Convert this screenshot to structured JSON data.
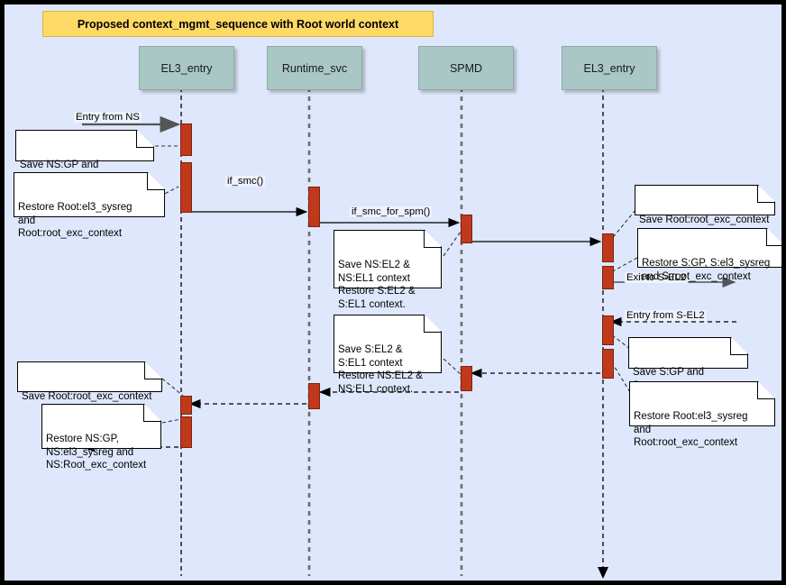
{
  "diagram": {
    "title": "Proposed context_mgmt_sequence with Root world context",
    "background_color": "#dee7fb",
    "banner_color": "#ffd966",
    "lifeline_box_color": "#a9c7c5",
    "activation_color": "#c0391b",
    "type": "uml-sequence-diagram"
  },
  "lifelines": [
    {
      "id": "ll1",
      "label": "EL3_entry"
    },
    {
      "id": "ll2",
      "label": "Runtime_svc"
    },
    {
      "id": "ll3",
      "label": "SPMD"
    },
    {
      "id": "ll4",
      "label": "EL3_entry"
    }
  ],
  "messages": [
    {
      "id": "m1",
      "label": "Entry from NS"
    },
    {
      "id": "m2",
      "label": "if_smc()"
    },
    {
      "id": "m3",
      "label": "if_smc_for_spm()"
    },
    {
      "id": "m4",
      "label": "Exit to S-EL2"
    },
    {
      "id": "m5",
      "label": "Entry from S-EL2"
    }
  ],
  "notes": [
    {
      "id": "n1",
      "text": "Save NS:GP and\nNS:Root_exc_context"
    },
    {
      "id": "n2",
      "text": "Restore Root:el3_sysreg\nand\nRoot:root_exc_context"
    },
    {
      "id": "n3",
      "text": "Save NS:EL2 &\nNS:EL1 context\nRestore S:EL2 &\nS:EL1 context."
    },
    {
      "id": "n4",
      "text": "Save Root:root_exc_context"
    },
    {
      "id": "n5",
      "text": "Restore S:GP, S:el3_sysreg\nand S:root_exc_context"
    },
    {
      "id": "n6",
      "text": "Save S:GP and\nS:root_exc_context"
    },
    {
      "id": "n7",
      "text": "Restore Root:el3_sysreg\nand\nRoot:root_exc_context"
    },
    {
      "id": "n8",
      "text": "Save S:EL2 &\nS:EL1 context\nRestore NS:EL2 &\nNS:EL1 context."
    },
    {
      "id": "n9",
      "text": "Save Root:root_exc_context"
    },
    {
      "id": "n10",
      "text": "Restore NS:GP,\nNS:el3_sysreg and\nNS:Root_exc_context"
    }
  ]
}
